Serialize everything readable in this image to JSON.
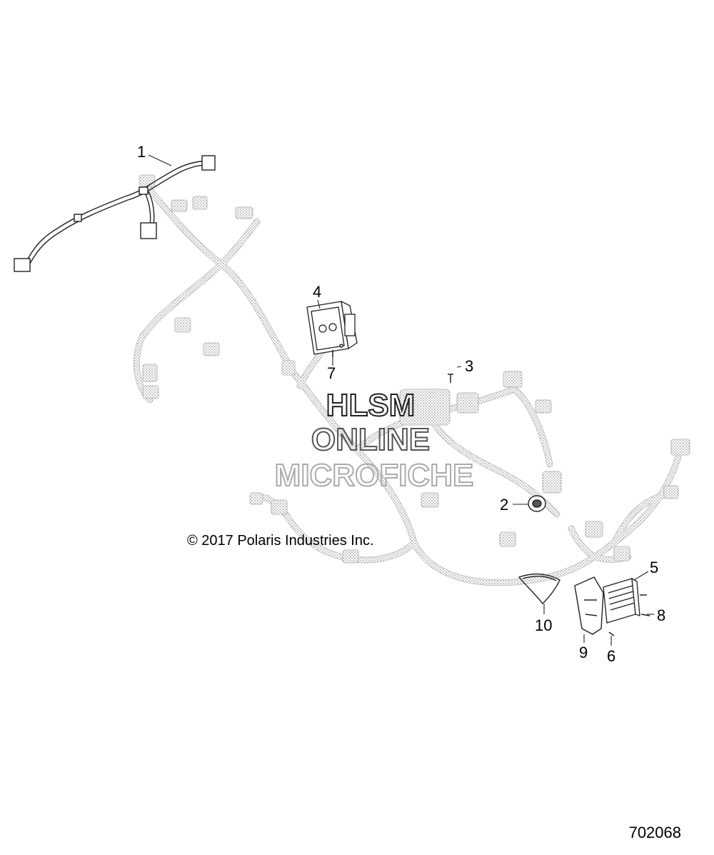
{
  "diagram": {
    "callouts": [
      "1",
      "2",
      "3",
      "4",
      "5",
      "6",
      "7",
      "8",
      "9",
      "10"
    ],
    "watermark": {
      "line1": "HLSM",
      "line2": "ONLINE",
      "line3": "MICROFICHE"
    },
    "copyright": "© 2017 Polaris Industries Inc.",
    "diagram_id": "702068"
  }
}
